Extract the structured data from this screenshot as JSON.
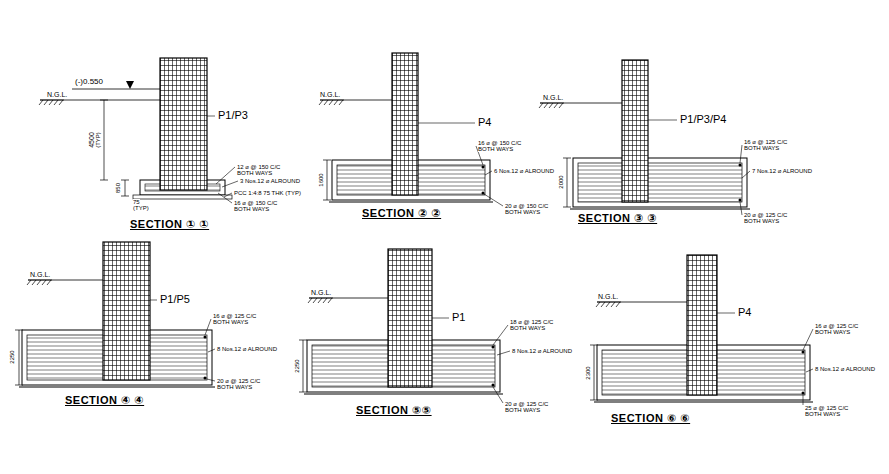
{
  "diagram": {
    "labels": [
      "(-)0.550",
      "N.G.L.",
      "P1/P3",
      "4500",
      "(TYP)",
      "850",
      "75",
      "(TYP)",
      "12 ⌀ @ 150 C/C",
      "BOTH WAYS",
      "3 Nos.12 ⌀ ALROUND",
      "PCC 1:4:8 75 THK (TYP)",
      "16 ⌀ @ 150 C/C",
      "BOTH WAYS",
      "SECTION ① ①",
      "N.G.L.",
      "P4",
      "1600",
      "16 ⌀ @ 150 C/C",
      "BOTH WAYS",
      "6 Nos.12 ⌀ ALROUND",
      "20 ⌀ @ 150 C/C",
      "BOTH WAYS",
      "SECTION ② ②",
      "N.G.L.",
      "P1/P3/P4",
      "2000",
      "16 ⌀ @ 125 C/C",
      "BOTH WAYS",
      "7 Nos.12 ⌀ ALROUND",
      "20 ⌀ @ 125 C/C",
      "BOTH WAYS",
      "SECTION ③ ③",
      "N.G.L.",
      "P1/P5",
      "2250",
      "16 ⌀ @ 125 C/C",
      "BOTH WAYS",
      "8 Nos.12 ⌀ ALROUND",
      "20 ⌀ @ 125 C/C",
      "BOTH WAYS",
      "SECTION ④ ④",
      "N.G.L.",
      "P1",
      "2250",
      "18 ⌀ @ 125 C/C",
      "BOTH WAYS",
      "8 Nos.12 ⌀ ALROUND",
      "20 ⌀ @ 125 C/C",
      "BOTH WAYS",
      "SECTION ⑤⑤",
      "N.G.L.",
      "P4",
      "2300",
      "16 ⌀ @ 125 C/C",
      "BOTH WAYS",
      "8 Nos.12 ⌀ ALROUND",
      "25 ⌀ @ 125 C/C",
      "BOTH WAYS",
      "SECTION ⑥ ⑥"
    ]
  }
}
